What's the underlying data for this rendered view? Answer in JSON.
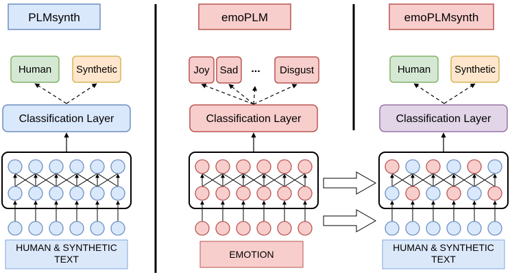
{
  "panels": {
    "plmsynth": {
      "title": "PLMsynth",
      "outputs": [
        "Human",
        "Synthetic"
      ],
      "classifier": "Classification Layer",
      "input": "HUMAN & SYNTHETIC\nTEXT"
    },
    "emoplm": {
      "title": "emoPLM",
      "outputs": [
        "Joy",
        "Sad",
        "...",
        "Disgust"
      ],
      "classifier": "Classification Layer",
      "input": "EMOTION"
    },
    "emoplmsynth": {
      "title": "emoPLMsynth",
      "outputs": [
        "Human",
        "Synthetic"
      ],
      "classifier": "Classification Layer",
      "input": "HUMAN & SYNTHETIC\nTEXT"
    }
  },
  "colors": {
    "blue_fill": "#dae8fc",
    "blue_stroke": "#6c8ebf",
    "red_fill": "#f8cecc",
    "red_stroke": "#b85450",
    "green_fill": "#d5e8d4",
    "green_stroke": "#82b366",
    "orange_fill": "#ffe6cc",
    "orange_stroke": "#d6b656",
    "purple_fill": "#e1d5e7",
    "purple_stroke": "#9673a6",
    "input_blue_fill": "#dbe8f9",
    "input_blue_stroke": "#7ea6e0"
  }
}
